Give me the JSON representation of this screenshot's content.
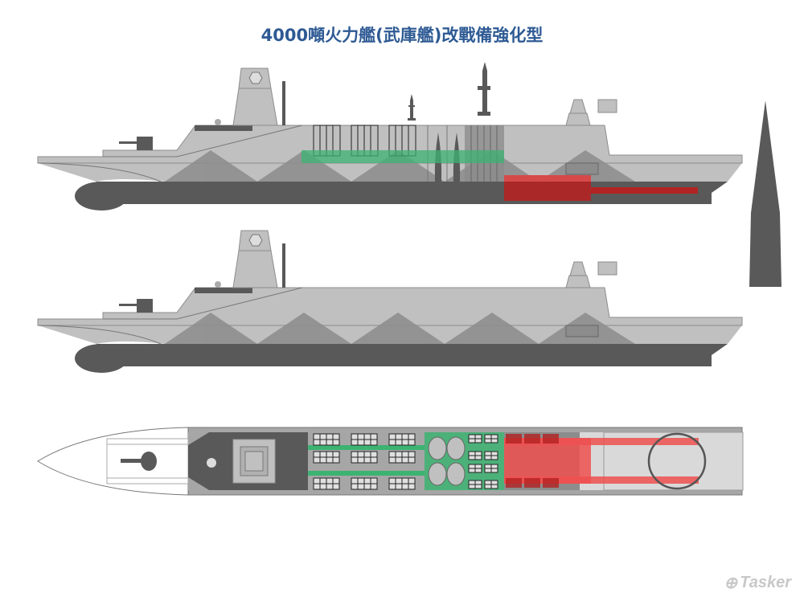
{
  "title": "4000噸火力艦(武庫艦)改戰備強化型",
  "watermark": "Tasker",
  "colors": {
    "hull_light": "#c0c0c0",
    "hull_mid": "#8c8c8c",
    "hull_dark": "#595959",
    "green": "#3cb371",
    "red": "#e03c3c",
    "title": "#2e5a94"
  },
  "views": [
    "top-side-view-modified",
    "middle-side-view-original",
    "bottom-plan-view"
  ]
}
